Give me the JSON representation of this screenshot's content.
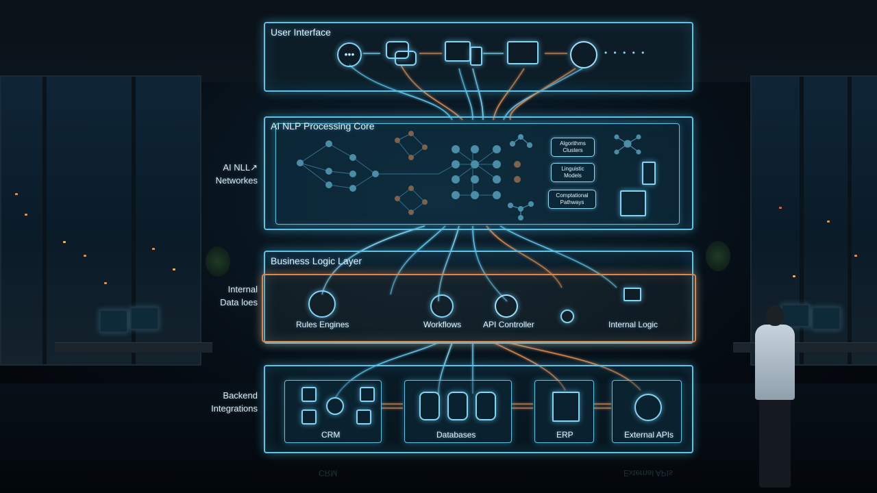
{
  "layers": {
    "user_interface": {
      "title": "User Interface"
    },
    "nlp_core": {
      "title": "AI NLP Processing Core",
      "side_label_line1": "AI NLL↗",
      "side_label_line2": "Networkes",
      "box_algorithms_line1": "Algorithms",
      "box_algorithms_line2": "Clusters",
      "box_linguistic_line1": "Linguistic",
      "box_linguistic_line2": "Models",
      "box_computational_line1": "Comptational",
      "box_computational_line2": "Pathways"
    },
    "business_logic": {
      "title": "Business Logic Layer",
      "side_label_line1": "Internal",
      "side_label_line2": "Data loes",
      "modules": [
        "Rules Engines",
        "Workflows",
        "API Controller",
        "Internal Logic"
      ]
    },
    "backend": {
      "side_label_line1": "Backend",
      "side_label_line2": "Integrations",
      "modules": [
        "CRM",
        "Databases",
        "ERP",
        "External APIs"
      ],
      "reflection": [
        "CRM",
        "External APIs"
      ]
    }
  },
  "icons": [
    "chat-dots-icon",
    "chat-bubbles-icon",
    "desktop-phone-icon",
    "laptop-profile-icon",
    "user-avatar-icon",
    "gear-icon",
    "database-icon",
    "server-rack-icon",
    "document-icon",
    "network-node-icon"
  ],
  "colors": {
    "cyan": "#5fc3e8",
    "orange": "#e0864a",
    "text": "#e6f4fb"
  }
}
